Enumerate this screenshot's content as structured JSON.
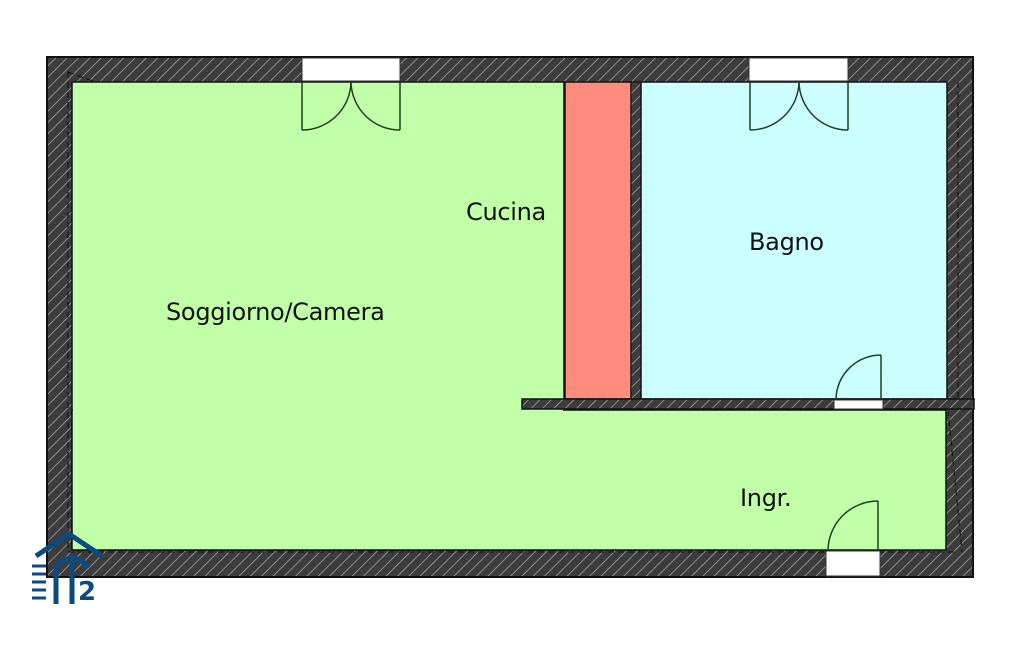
{
  "floorplan": {
    "rooms": [
      {
        "id": "soggiorno",
        "label": "Soggiorno/Camera",
        "color": "#c1ffa8"
      },
      {
        "id": "cucina",
        "label": "Cucina",
        "color": "#ff8c7c"
      },
      {
        "id": "bagno",
        "label": "Bagno",
        "color": "#ccffff"
      },
      {
        "id": "ingresso",
        "label": "Ingr.",
        "color": "#c1ffa8"
      }
    ],
    "colors": {
      "wall": "#3c3c3c",
      "wall_hatch": "#9a9a9a",
      "door_line": "#1f3f1f",
      "opening": "#ffffff",
      "logo": "#0d4a80"
    },
    "logo": {
      "text": "2",
      "icon": "house-logo-icon"
    }
  }
}
